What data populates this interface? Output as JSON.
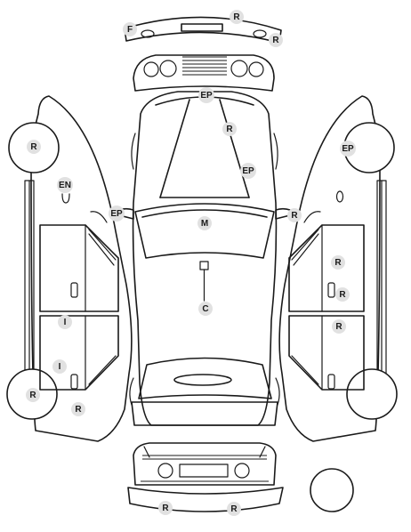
{
  "colors": {
    "line": "#1a1a1a",
    "marker_fill": "#e1e1e1",
    "background": "#ffffff"
  },
  "markers": [
    {
      "id": "rear-bumper-f",
      "code": "F"
    },
    {
      "id": "rear-bumper-r1",
      "code": "R"
    },
    {
      "id": "rear-bumper-r2",
      "code": "R"
    },
    {
      "id": "roof-front-ep",
      "code": "EP"
    },
    {
      "id": "roof-r",
      "code": "R"
    },
    {
      "id": "roof-ep",
      "code": "EP"
    },
    {
      "id": "left-mirror-ep",
      "code": "EP"
    },
    {
      "id": "right-mirror-r",
      "code": "R"
    },
    {
      "id": "hood-m",
      "code": "M"
    },
    {
      "id": "center-c",
      "code": "C"
    },
    {
      "id": "left-rear-wheel-r",
      "code": "R"
    },
    {
      "id": "left-en",
      "code": "EN"
    },
    {
      "id": "left-door-i",
      "code": "I"
    },
    {
      "id": "left-door-i2",
      "code": "I"
    },
    {
      "id": "left-front-wheel-r",
      "code": "R"
    },
    {
      "id": "left-sill-r",
      "code": "R"
    },
    {
      "id": "right-rear-wheel-ep",
      "code": "EP"
    },
    {
      "id": "right-door-r1",
      "code": "R"
    },
    {
      "id": "right-handle-r",
      "code": "R"
    },
    {
      "id": "right-door-r2",
      "code": "R"
    },
    {
      "id": "front-bumper-r1",
      "code": "R"
    },
    {
      "id": "front-bumper-r2",
      "code": "R"
    }
  ]
}
